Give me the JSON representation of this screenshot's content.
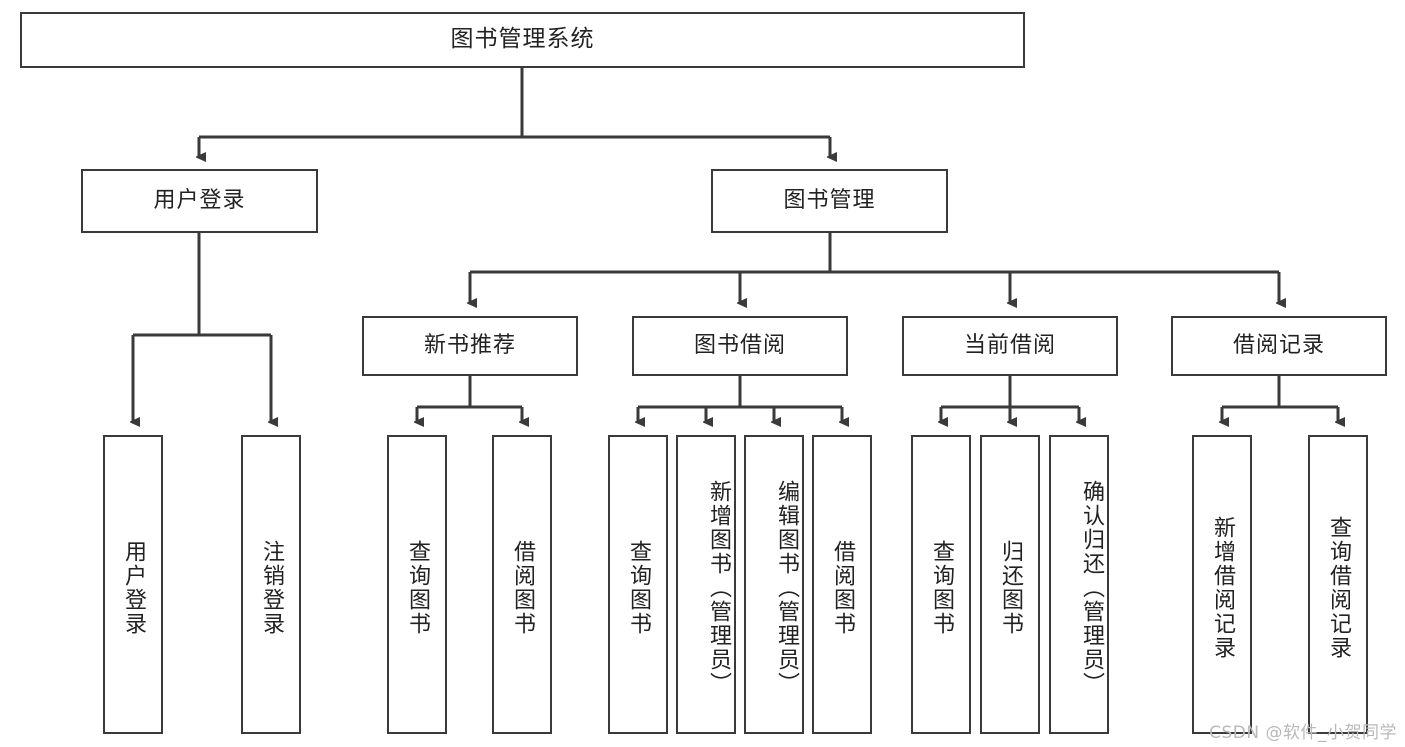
{
  "diagram": {
    "title": "图书管理系统",
    "type": "tree-hierarchy-diagram",
    "root": {
      "label": "图书管理系统"
    },
    "level2": [
      {
        "label": "用户登录"
      },
      {
        "label": "图书管理"
      }
    ],
    "level3": [
      {
        "label": "新书推荐"
      },
      {
        "label": "图书借阅"
      },
      {
        "label": "当前借阅"
      },
      {
        "label": "借阅记录"
      }
    ],
    "leaves": {
      "user_login": [
        {
          "label": "用户登录"
        },
        {
          "label": "注销登录"
        }
      ],
      "new_book_recommend": [
        {
          "label": "查询图书"
        },
        {
          "label": "借阅图书"
        }
      ],
      "book_borrow": [
        {
          "label": "查询图书"
        },
        {
          "label": "新增图书（管理员）"
        },
        {
          "label": "编辑图书（管理员）"
        },
        {
          "label": "借阅图书"
        }
      ],
      "current_borrow": [
        {
          "label": "查询图书"
        },
        {
          "label": "归还图书"
        },
        {
          "label": "确认归还（管理员）"
        }
      ],
      "borrow_record": [
        {
          "label": "新增借阅记录"
        },
        {
          "label": "查询借阅记录"
        }
      ]
    }
  },
  "watermark": {
    "text": "CSDN @软件_小贺同学"
  },
  "colors": {
    "border": "#3a3a3a",
    "background": "#ffffff",
    "text": "#222222",
    "watermark": "#b9b9b9"
  }
}
